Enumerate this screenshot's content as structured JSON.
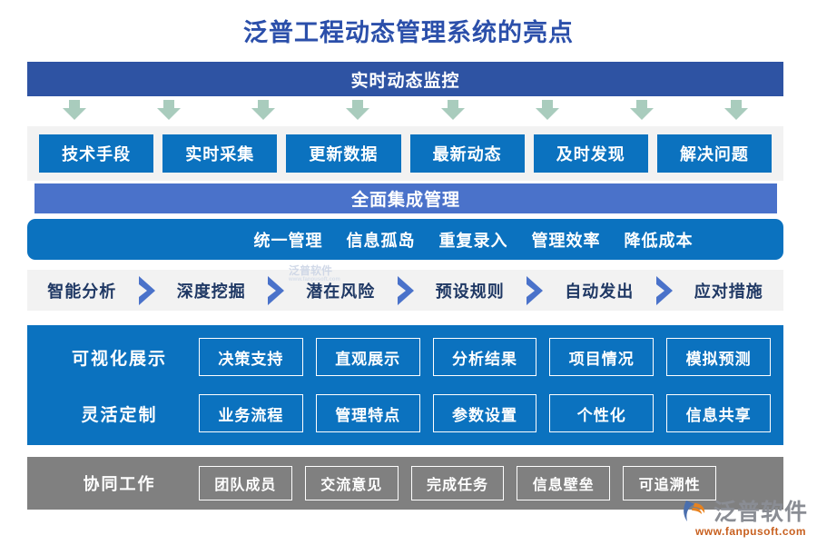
{
  "title": "泛普工程动态管理系统的亮点",
  "section_monitoring": {
    "header": "实时动态监控",
    "arrow_count": 8,
    "buttons": [
      "技术手段",
      "实时采集",
      "更新数据",
      "最新动态",
      "及时发现",
      "解决问题"
    ]
  },
  "section_integration": {
    "header": "全面集成管理",
    "chips": [
      "统一管理",
      "信息孤岛",
      "重复录入",
      "管理效率",
      "降低成本"
    ]
  },
  "section_analysis": {
    "steps": [
      "智能分析",
      "深度挖掘",
      "潜在风险",
      "预设规则",
      "自动发出",
      "应对措施"
    ],
    "watermark": "泛普软件",
    "watermark_sub": "www.fanpusoft.com"
  },
  "section_features": {
    "rows": [
      {
        "title": "可视化展示",
        "items": [
          "决策支持",
          "直观展示",
          "分析结果",
          "项目情况",
          "模拟预测"
        ]
      },
      {
        "title": "灵活定制",
        "items": [
          "业务流程",
          "管理特点",
          "参数设置",
          "个性化",
          "信息共享"
        ]
      }
    ]
  },
  "section_collaboration": {
    "rows": [
      {
        "title": "协同工作",
        "items": [
          "团队成员",
          "交流意见",
          "完成任务",
          "信息壁垒",
          "可追溯性"
        ]
      }
    ]
  },
  "logo": {
    "name": "泛普软件",
    "url": "www.fanpusoft.com"
  },
  "colors": {
    "title": "#2b4faa",
    "dark_bar": "#2e53a3",
    "mid_bar": "#4a72ca",
    "primary_blue": "#0b72bf",
    "arrow_green": "#a9ccbd",
    "band_gray": "#f2f2f2",
    "panel_gray": "#808080",
    "chevron_blue": "#4a72ca",
    "chevron_text": "#1f3864"
  }
}
